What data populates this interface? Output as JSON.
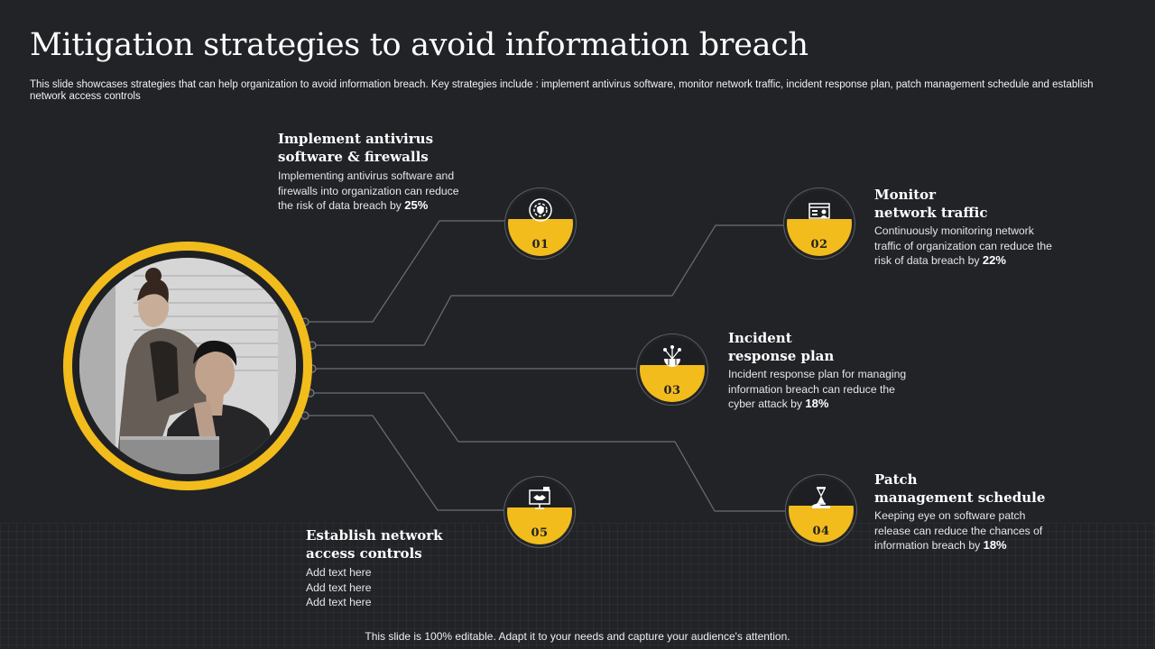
{
  "title": "Mitigation strategies to avoid information breach",
  "subtitle": "This slide showcases strategies that can help organization to avoid information breach. Key strategies include : implement antivirus software, monitor network traffic, incident response plan, patch management schedule and establish network access controls",
  "colors": {
    "accent": "#f2bc1c",
    "background": "#212327",
    "line": "#6b6e74"
  },
  "strategies": [
    {
      "number": "01",
      "icon": "antivirus-shield-icon",
      "title_line1": "Implement antivirus",
      "title_line2": "software & firewalls",
      "desc_line1": "Implementing antivirus software and",
      "desc_line2": "firewalls into organization can reduce",
      "desc_line3": "the risk of data breach  by",
      "stat": "25%"
    },
    {
      "number": "02",
      "icon": "network-monitor-icon",
      "title_line1": "Monitor",
      "title_line2": "network traffic",
      "desc_line1": "Continuously monitoring network",
      "desc_line2": "traffic of organization can reduce the",
      "desc_line3": "risk of data breach  by",
      "stat": "22%"
    },
    {
      "number": "03",
      "icon": "globe-network-icon",
      "title_line1": "Incident",
      "title_line2": "response plan",
      "desc_line1": "Incident response plan for managing",
      "desc_line2": "information breach can reduce the",
      "desc_line3": "cyber attack by",
      "stat": "18%"
    },
    {
      "number": "04",
      "icon": "hourglass-hand-icon",
      "title_line1": "Patch",
      "title_line2": "management schedule",
      "desc_line1": "Keeping eye on software patch",
      "desc_line2": "release can reduce the chances of",
      "desc_line3": "information breach  by",
      "stat": "18%"
    },
    {
      "number": "05",
      "icon": "monitor-handshake-icon",
      "title_line1": "Establish network",
      "title_line2": "access controls",
      "desc_line1": "Add text here",
      "desc_line2": "Add text here",
      "desc_line3": "Add text here",
      "stat": ""
    }
  ],
  "footer": "This slide is 100% editable. Adapt it to your needs and capture your audience's attention."
}
